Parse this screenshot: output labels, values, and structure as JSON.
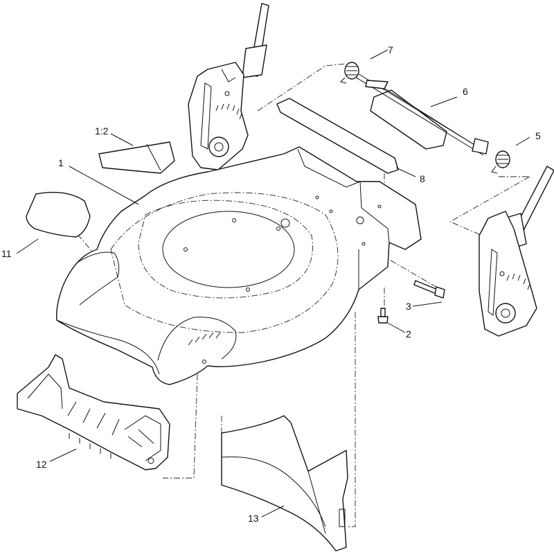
{
  "diagram": {
    "callouts": [
      {
        "id": "callout-1",
        "label": "1"
      },
      {
        "id": "callout-1-2",
        "label": "1:2"
      },
      {
        "id": "callout-2",
        "label": "2"
      },
      {
        "id": "callout-3",
        "label": "3"
      },
      {
        "id": "callout-5",
        "label": "5"
      },
      {
        "id": "callout-6",
        "label": "6"
      },
      {
        "id": "callout-7",
        "label": "7"
      },
      {
        "id": "callout-8",
        "label": "8"
      },
      {
        "id": "callout-11",
        "label": "11"
      },
      {
        "id": "callout-12",
        "label": "12"
      },
      {
        "id": "callout-13",
        "label": "13"
      }
    ]
  }
}
